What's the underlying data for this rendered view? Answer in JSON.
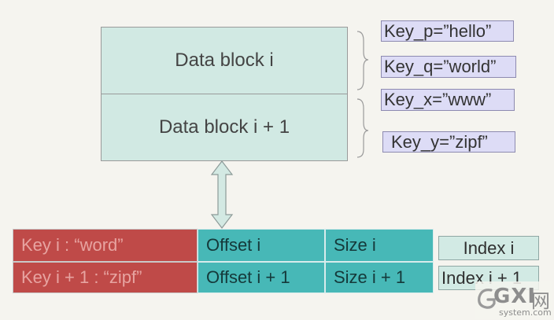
{
  "data_blocks": {
    "block_1": "Data block i",
    "block_2": "Data block i + 1"
  },
  "kv_labels": {
    "p": "Key_p=”hello”",
    "q": "Key_q=”world”",
    "x": "Key_x=”www”",
    "y": "Key_y=”zipf”"
  },
  "index_table": {
    "rows": [
      {
        "key": "Key i : “word”",
        "offset": "Offset i",
        "size": "Size i"
      },
      {
        "key": "Key i + 1 : “zipf”",
        "offset": "Offset i +  1",
        "size": "Size i + 1"
      }
    ]
  },
  "index_labels": {
    "i": "Index i",
    "i_plus_1": "Index i + 1"
  },
  "watermark": {
    "gxi": "GXI",
    "wang": "网",
    "domain": "system.com"
  },
  "colors": {
    "background": "#f5f4ef",
    "data_block_fill": "#d1e9e3",
    "kv_label_fill": "#dddcf6",
    "key_cell_fill": "#bf4a48",
    "teal_cell_fill": "#47b8b7",
    "index_fill": "#d2eae4"
  }
}
